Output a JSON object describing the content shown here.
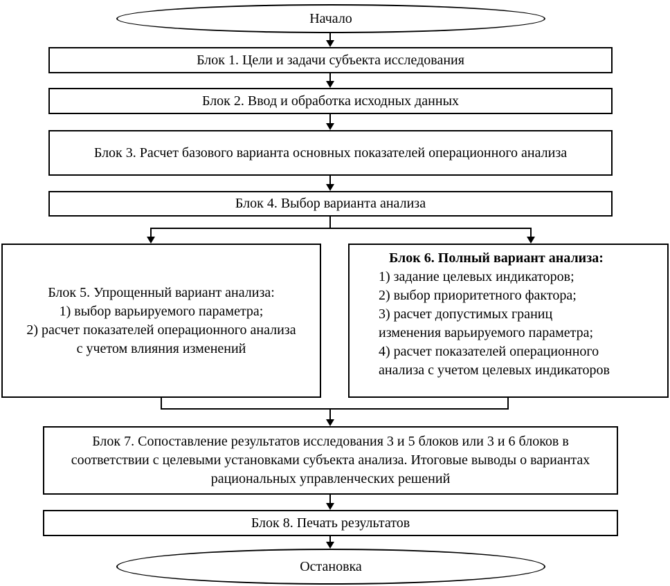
{
  "diagram": {
    "start_label": "Начало",
    "end_label": "Остановка",
    "blocks": {
      "b1": "Блок 1. Цели и задачи субъекта исследования",
      "b2": "Блок 2. Ввод и обработка исходных данных",
      "b3": "Блок 3. Расчет базового варианта основных показателей операционного анализа",
      "b4": "Блок 4. Выбор варианта анализа",
      "b5_title": "Блок 5. Упрощенный вариант анализа:",
      "b5_item1": "1) выбор варьируемого параметра;",
      "b5_item2": "2) расчет показателей операционного анализа с учетом влияния изменений",
      "b6_title": "Блок 6. Полный вариант анализа:",
      "b6_item1": "1) задание целевых индикаторов;",
      "b6_item2": "2) выбор приоритетного фактора;",
      "b6_item3": "3) расчет допустимых границ изменения варьируемого параметра;",
      "b6_item4": "4) расчет показателей операционного анализа с учетом целевых индикаторов",
      "b7": "Блок 7. Сопоставление результатов исследования 3 и 5 блоков или 3 и 6 блоков в соответствии с целевыми установками субъекта анализа. Итоговые выводы о вариантах рациональных управленческих решений",
      "b8": "Блок 8. Печать результатов"
    },
    "colors": {
      "line": "#000000",
      "background": "#ffffff"
    }
  }
}
